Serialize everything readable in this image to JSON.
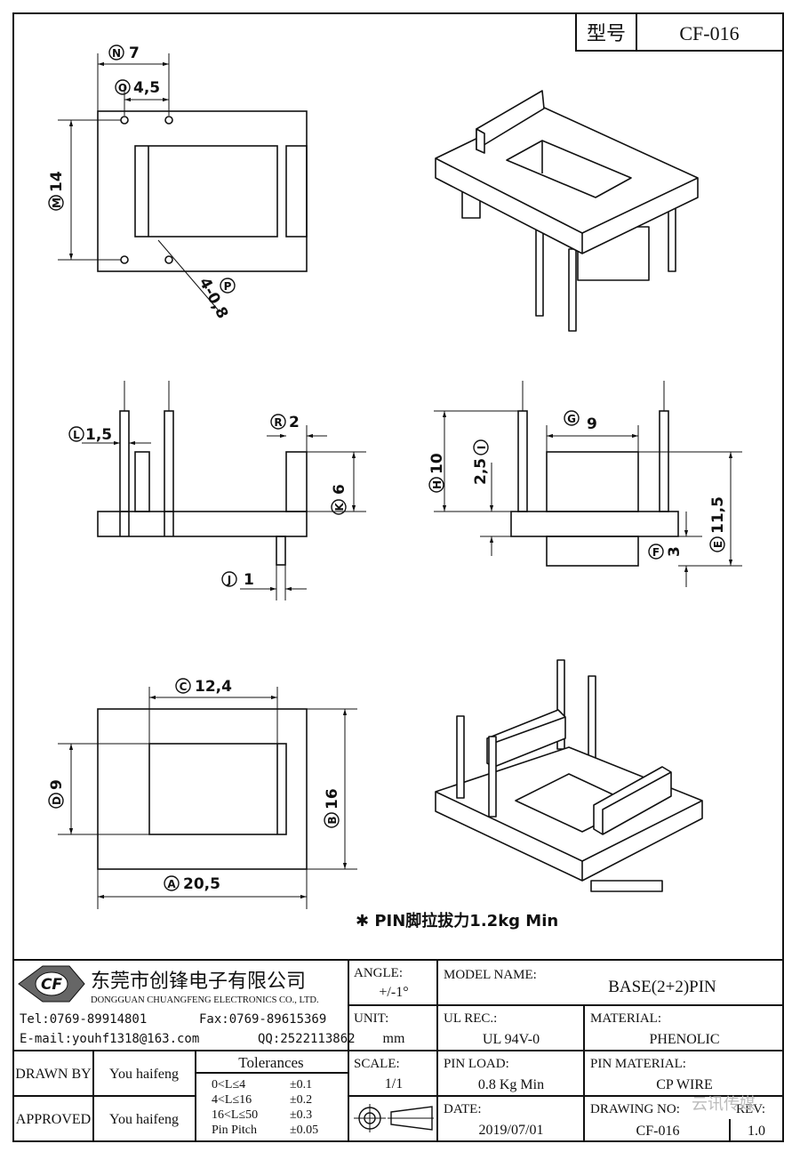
{
  "header": {
    "model_label": "型号",
    "model_value": "CF-016"
  },
  "dims": {
    "N": "N",
    "N_val": "7",
    "O": "O",
    "O_val": "4,5",
    "M": "M",
    "M_val": "14",
    "P": "P",
    "P_val": "4-0,8",
    "L": "L",
    "L_val": "1,5",
    "R": "R",
    "R_val": "2",
    "K": "K",
    "K_val": "6",
    "J": "J",
    "J_val": "1",
    "G": "G",
    "G_val": "9",
    "H": "H",
    "H_val": "10",
    "I": "I",
    "I_val": "2,5",
    "E": "E",
    "E_val": "11,5",
    "F": "F",
    "F_val": "3",
    "C": "C",
    "C_val": "12,4",
    "D": "D",
    "D_val": "9",
    "B": "B",
    "B_val": "16",
    "A": "A",
    "A_val": "20,5"
  },
  "note": "✱ PIN脚拉拔力1.2kg   Min",
  "company": {
    "logo": "CF",
    "name_cn": "东莞市创锋电子有限公司",
    "name_en": "DONGGUAN CHUANGFENG ELECTRONICS CO., LTD.",
    "tel": "Tel:0769-89914801",
    "fax": "Fax:0769-89615369",
    "email": "E-mail:youhf1318@163.com",
    "qq": "QQ:2522113862"
  },
  "title_block": {
    "angle_label": "ANGLE:",
    "angle_value": "+/-1°",
    "unit_label": "UNIT:",
    "unit_value": "mm",
    "scale_label": "SCALE:",
    "scale_value": "1/1",
    "model_name_label": "MODEL NAME:",
    "model_name_value": "BASE(2+2)PIN",
    "ul_label": "UL REC.:",
    "ul_value": "UL 94V-0",
    "material_label": "MATERIAL:",
    "material_value": "PHENOLIC",
    "pin_load_label": "PIN LOAD:",
    "pin_load_value": "0.8 Kg Min",
    "pin_material_label": "PIN MATERIAL:",
    "pin_material_value": "CP WIRE",
    "date_label": "DATE:",
    "date_value": "2019/07/01",
    "drawing_no_label": "DRAWING NO:",
    "drawing_no_value": "CF-016",
    "rev_label": "REV:",
    "rev_value": "1.0",
    "drawn_by_label": "DRAWN BY",
    "drawn_by_value": "You haifeng",
    "approved_label": "APPROVED",
    "approved_value": "You haifeng",
    "tol_title": "Tolerances",
    "tol_rows": [
      {
        "range": "0<L≤4",
        "value": "±0.1"
      },
      {
        "range": "4<L≤16",
        "value": "±0.2"
      },
      {
        "range": "16<L≤50",
        "value": "±0.3"
      },
      {
        "range": "Pin Pitch",
        "value": "±0.05"
      }
    ],
    "watermark": "云讯传媒"
  }
}
